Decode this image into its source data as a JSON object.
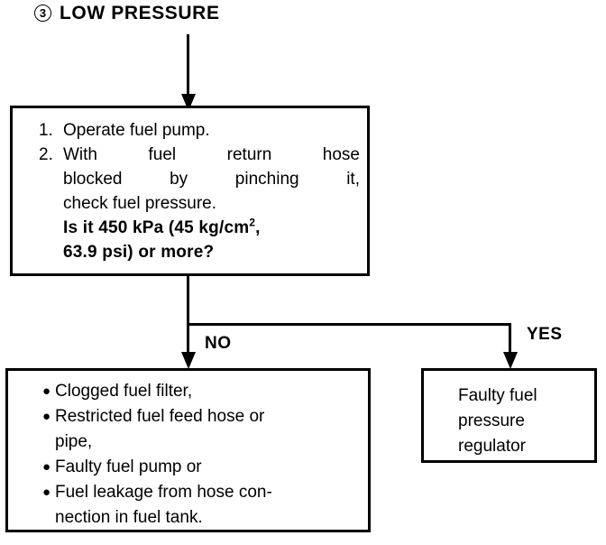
{
  "diagram": {
    "title": {
      "marker": "3",
      "text": "LOW PRESSURE"
    },
    "decision": {
      "steps": [
        {
          "num": "1.",
          "lines": [
            "Operate fuel pump."
          ]
        },
        {
          "num": "2.",
          "lines": [
            "With fuel return hose",
            "blocked by pinching it,",
            "check fuel pressure."
          ]
        }
      ],
      "question_line1_a": "Is it 450 kPa (45 kg/cm",
      "question_sup": "2",
      "question_line1_b": ",",
      "question_line2": "63.9 psi) or more?"
    },
    "branches": {
      "no_label": "NO",
      "yes_label": "YES"
    },
    "no_outcome": {
      "bullet_glyph": "●",
      "items": [
        [
          "Clogged fuel filter,"
        ],
        [
          "Restricted fuel feed hose or",
          "pipe,"
        ],
        [
          "Faulty fuel pump or"
        ],
        [
          "Fuel leakage from hose con-",
          "nection in fuel tank."
        ]
      ]
    },
    "yes_outcome": {
      "lines": [
        "Faulty fuel",
        "pressure",
        "regulator"
      ]
    },
    "colors": {
      "ink": "#000000",
      "paper": "#ffffff"
    }
  }
}
